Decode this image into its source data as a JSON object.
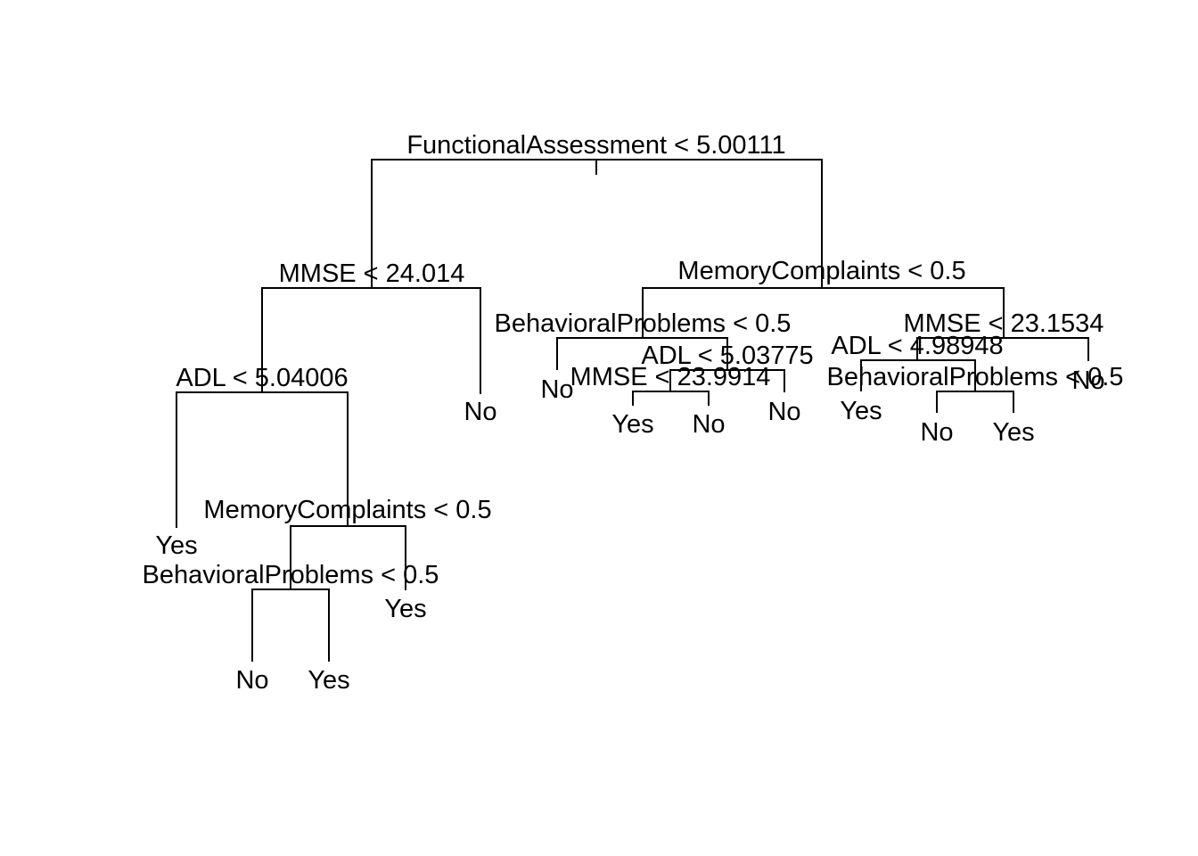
{
  "tree": {
    "root": {
      "split": "FunctionalAssessment < 5.00111",
      "left": {
        "split": "MMSE < 24.014",
        "left": {
          "split": "ADL < 5.04006",
          "left": {
            "leaf": "Yes"
          },
          "right": {
            "split": "MemoryComplaints < 0.5",
            "left": {
              "split": "BehavioralProblems < 0.5",
              "left": {
                "leaf": "No"
              },
              "right": {
                "leaf": "Yes"
              }
            },
            "right": {
              "leaf": "Yes"
            }
          }
        },
        "right": {
          "leaf": "No"
        }
      },
      "right": {
        "split": "MemoryComplaints < 0.5",
        "left": {
          "split": "BehavioralProblems < 0.5",
          "left": {
            "leaf": "No"
          },
          "right": {
            "split": "ADL < 5.03775",
            "left": {
              "split": "MMSE < 23.9914",
              "left": {
                "leaf": "Yes"
              },
              "right": {
                "leaf": "No"
              }
            },
            "right": {
              "leaf": "No"
            }
          }
        },
        "right": {
          "split": "MMSE < 23.1534",
          "left": {
            "split": "ADL < 4.98948",
            "left": {
              "leaf": "Yes"
            },
            "right": {
              "split": "BehavioralProblems < 0.5",
              "left": {
                "leaf": "No"
              },
              "right": {
                "leaf": "Yes"
              }
            }
          },
          "right": {
            "leaf": "No"
          }
        }
      }
    }
  }
}
